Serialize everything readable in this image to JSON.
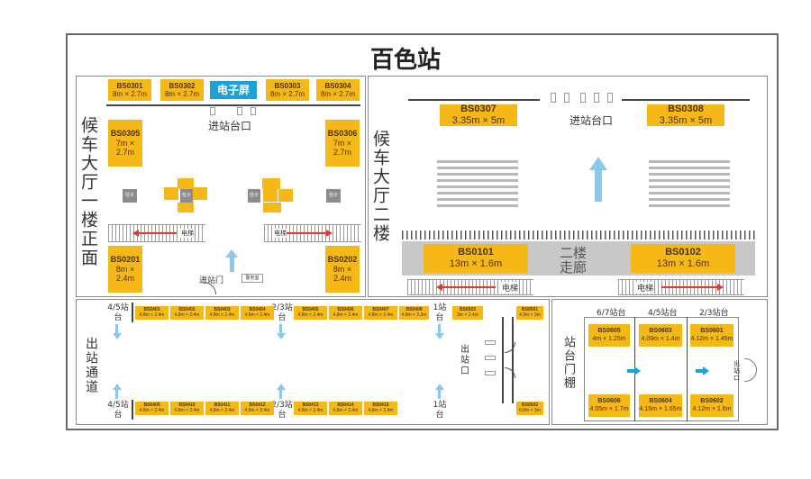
{
  "title": "百色站",
  "areas": {
    "hall1": "候车大厅一楼正面",
    "hall2": "候车大厅二楼",
    "exit_channel": "出站通道",
    "canopy": "站台门棚",
    "corridor": "二楼走廊"
  },
  "labels": {
    "screen": "电子屏",
    "entry_platform": "进站台口",
    "entry_platform2": "进站台口",
    "entry_gate": "进站门",
    "guard": "警务室",
    "escalator": "电梯",
    "exit_platform": "出站口",
    "exit_canopy": "出站口",
    "pillar": "柱子"
  },
  "platform_marks": {
    "p45_top": "4/5站台",
    "p23_top": "2/3站台",
    "p1_top": "1站台",
    "p45_bot": "4/5站台",
    "p23_bot": "2/3站台",
    "p1_bot": "1站台",
    "c67": "6/7站台",
    "c45": "4/5站台",
    "c23": "2/3站台"
  },
  "ads": {
    "BS0301": {
      "code": "BS0301",
      "size": "8m × 2.7m"
    },
    "BS0302": {
      "code": "BS0302",
      "size": "8m × 2.7m"
    },
    "BS0303": {
      "code": "BS0303",
      "size": "8m × 2.7m"
    },
    "BS0304": {
      "code": "BS0304",
      "size": "8m × 2.7m"
    },
    "BS0305": {
      "code": "BS0305",
      "size": "7m × 2.7m"
    },
    "BS0306": {
      "code": "BS0306",
      "size": "7m × 2.7m"
    },
    "BS0201": {
      "code": "BS0201",
      "size": "8m × 2.4m"
    },
    "BS0202": {
      "code": "BS0202",
      "size": "8m × 2.4m"
    },
    "BS0307": {
      "code": "BS0307",
      "size": "3.35m × 5m"
    },
    "BS0308": {
      "code": "BS0308",
      "size": "3.35m × 5m"
    },
    "BS0101": {
      "code": "BS0101",
      "size": "13m × 1.6m"
    },
    "BS0102": {
      "code": "BS0102",
      "size": "13m × 1.6m"
    },
    "BS0401": {
      "code": "BS0401",
      "size": "4.8m × 2.4m"
    },
    "BS0402": {
      "code": "BS0402",
      "size": "4.8m × 2.4m"
    },
    "BS0403": {
      "code": "BS0403",
      "size": "4.8m × 2.4m"
    },
    "BS0404": {
      "code": "BS0404",
      "size": "4.8m × 2.4m"
    },
    "BS0405": {
      "code": "BS0405",
      "size": "4.8m × 2.4m"
    },
    "BS0406": {
      "code": "BS0406",
      "size": "4.8m × 2.4m"
    },
    "BS0407": {
      "code": "BS0407",
      "size": "4.8m × 2.4m"
    },
    "BS0408": {
      "code": "BS0408",
      "size": "4.8m × 2.3m"
    },
    "BS0409": {
      "code": "BS0409",
      "size": "4.8m × 2.4m"
    },
    "BS0410": {
      "code": "BS0410",
      "size": "4.8m × 2.4m"
    },
    "BS0411": {
      "code": "BS0411",
      "size": "4.8m × 2.4m"
    },
    "BS0412": {
      "code": "BS0412",
      "size": "4.8m × 2.4m"
    },
    "BS0413": {
      "code": "BS0413",
      "size": "4.8m × 2.4m"
    },
    "BS0414": {
      "code": "BS0414",
      "size": "4.8m × 2.4m"
    },
    "BS0415": {
      "code": "BS0415",
      "size": "4.8m × 2.4m"
    },
    "BS0501": {
      "code": "BS0501",
      "size": "4.3m × 3m"
    },
    "BS0502": {
      "code": "BS0502",
      "size": "6.0m × 3m"
    },
    "BS0503": {
      "code": "BS0503",
      "size": "3m × 2.4m"
    },
    "BS0601": {
      "code": "BS0601",
      "size": "4.12m × 1.45m"
    },
    "BS0602": {
      "code": "BS0602",
      "size": "4.12m × 1.6m"
    },
    "BS0603": {
      "code": "BS0603",
      "size": "4.09m × 1.4m"
    },
    "BS0604": {
      "code": "BS0604",
      "size": "4.15m × 1.65m"
    },
    "BS0605": {
      "code": "BS0605",
      "size": "4m × 1.25m"
    },
    "BS0606": {
      "code": "BS0606",
      "size": "4.05m × 1.7m"
    }
  },
  "colors": {
    "ad_yellow": "#f6b817",
    "screen_blue": "#1ea0d8",
    "arrow_blue": "#8cc7ec",
    "arrow_red": "#e03a2b",
    "corridor_gray": "#c8c8c8"
  }
}
